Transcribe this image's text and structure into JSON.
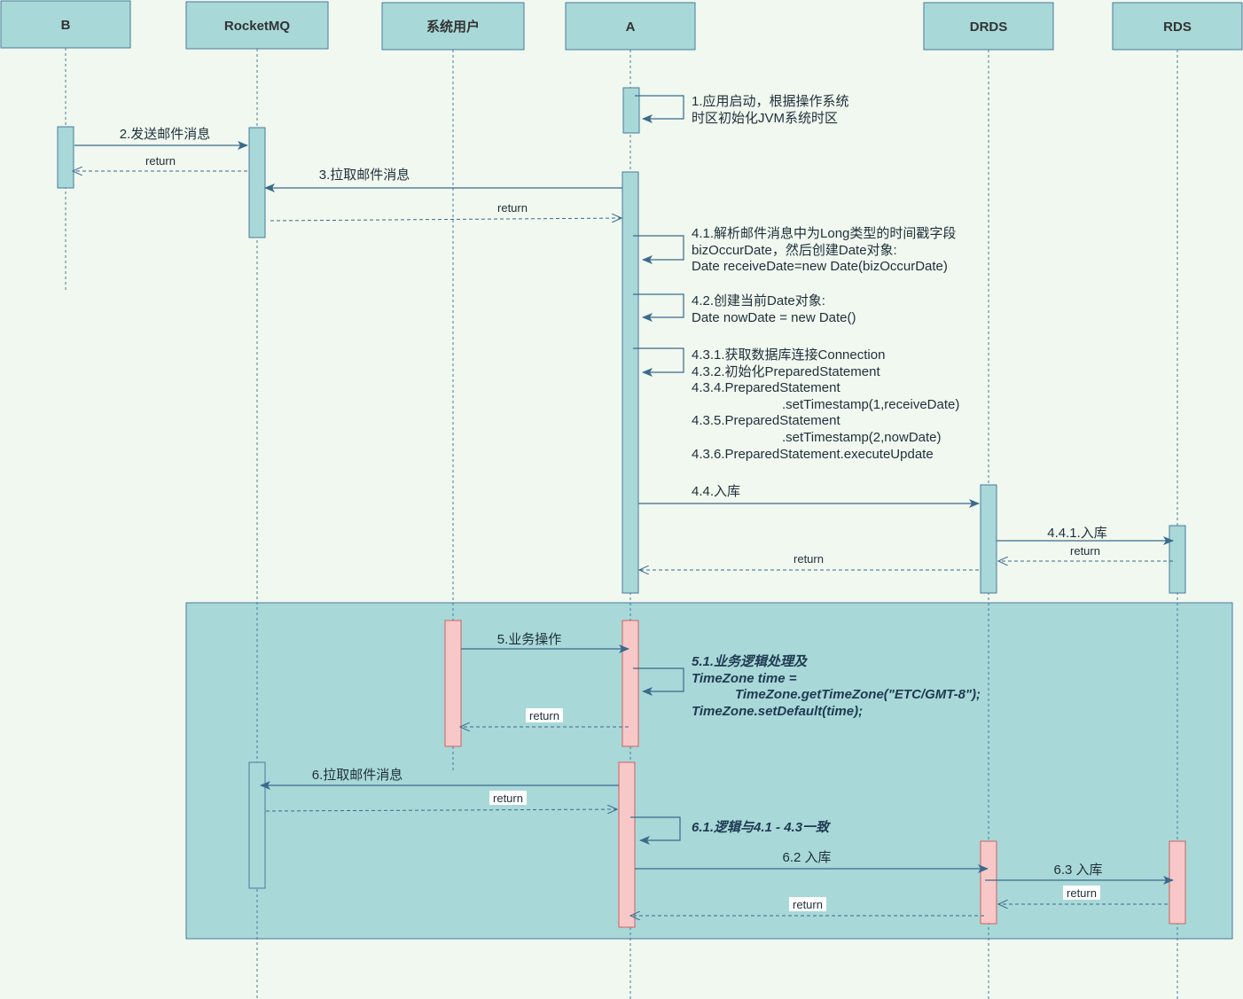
{
  "participants": {
    "b": "B",
    "rocketmq": "RocketMQ",
    "sysuser": "系统用户",
    "a": "A",
    "drds": "DRDS",
    "rds": "RDS"
  },
  "messages": {
    "m1": [
      "1.应用启动，根据操作系统",
      "时区初始化JVM系统时区"
    ],
    "m2": "2.发送邮件消息",
    "m3": "3.拉取邮件消息",
    "m41": [
      "4.1.解析邮件消息中为Long类型的时间戳字段",
      "bizOccurDate，然后创建Date对象:",
      "Date receiveDate=new Date(bizOccurDate)"
    ],
    "m42": [
      "4.2.创建当前Date对象:",
      "Date nowDate = new Date()"
    ],
    "m43": [
      "4.3.1.获取数据库连接Connection",
      "4.3.2.初始化PreparedStatement",
      "4.3.4.PreparedStatement",
      ".setTimestamp(1,receiveDate)",
      "4.3.5.PreparedStatement",
      ".setTimestamp(2,nowDate)",
      "4.3.6.PreparedStatement.executeUpdate"
    ],
    "m44": "4.4.入库",
    "m441": "4.4.1.入库",
    "m5": "5.业务操作",
    "m51": [
      "5.1.业务逻辑处理及",
      "TimeZone time =",
      "TimeZone.getTimeZone(\"ETC/GMT-8\");",
      "TimeZone.setDefault(time);"
    ],
    "m6": "6.拉取邮件消息",
    "m61": "6.1.逻辑与4.1 - 4.3一致",
    "m62": "6.2 入库",
    "m63": "6.3 入库",
    "ret": "return"
  },
  "colors": {
    "background": "#f0f8ef",
    "header_fill": "#a8d8d8",
    "activation_fill": "#a8d8d8",
    "activation_highlight": "#f8c8c8",
    "activation_highlight_stroke": "#d06060",
    "fragment_fill": "#a8d8d8",
    "line": "#4a7a9c"
  }
}
